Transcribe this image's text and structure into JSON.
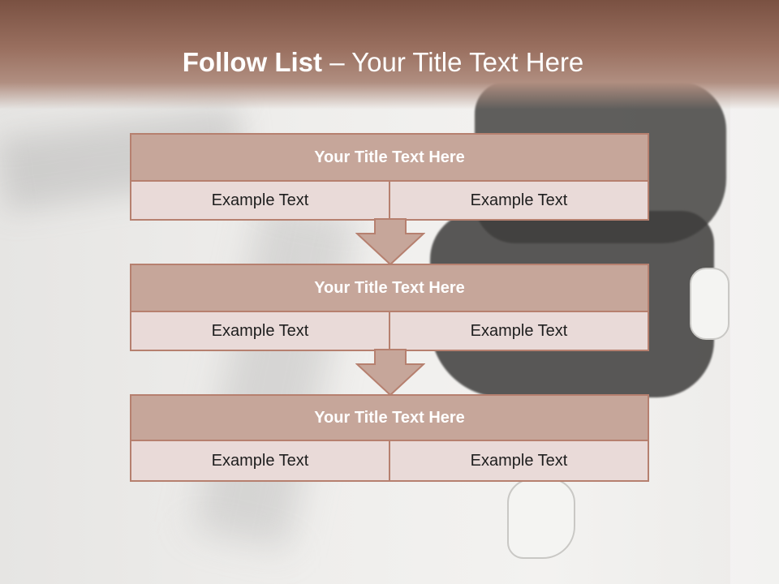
{
  "header": {
    "title_bold": "Follow List",
    "title_rest": "– Your Title Text Here"
  },
  "blocks": [
    {
      "title": "Your Title Text Here",
      "left": "Example Text",
      "right": "Example Text"
    },
    {
      "title": "Your Title Text Here",
      "left": "Example Text",
      "right": "Example Text"
    },
    {
      "title": "Your Title Text Here",
      "left": "Example Text",
      "right": "Example Text"
    }
  ],
  "colors": {
    "accent": "#c6a69a",
    "border": "#b6806f",
    "cell": "#e9dad8",
    "header": "#7a5142"
  },
  "icons": {
    "connector": "down-arrow-icon"
  }
}
